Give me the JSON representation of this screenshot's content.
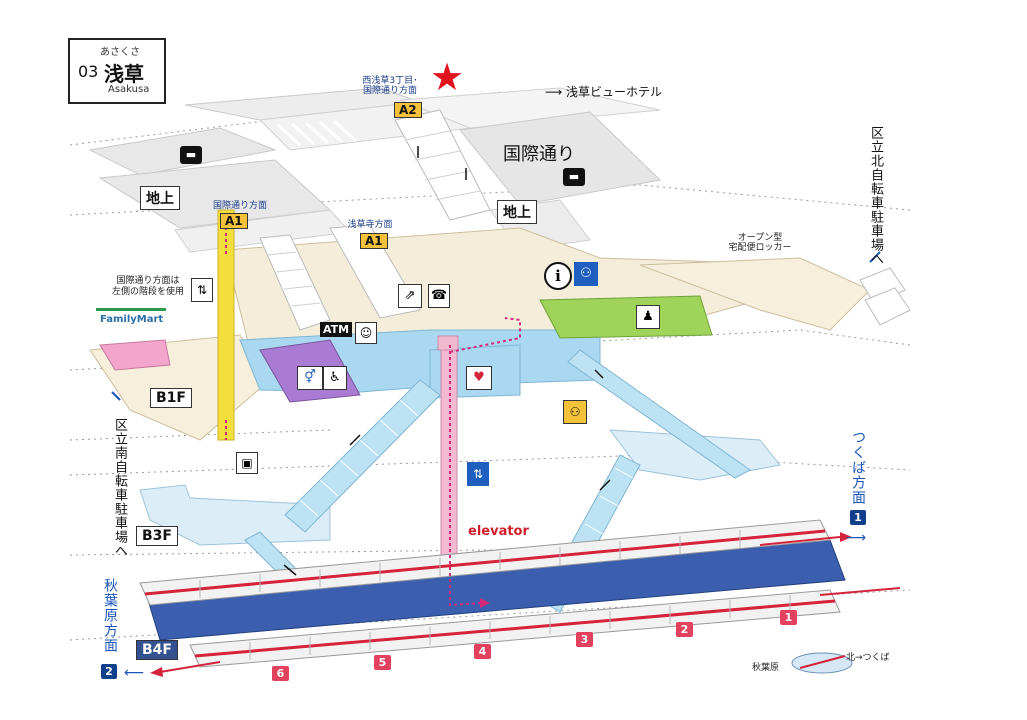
{
  "station": {
    "ruby": "あさくさ",
    "number": "03",
    "name": "浅草",
    "roman": "Asakusa"
  },
  "levels": {
    "ground": "地上",
    "b1": "B1F",
    "b3": "B3F",
    "b4": "B4F"
  },
  "exits": {
    "a2": "A2",
    "a1_left": "A1",
    "a1_right": "A1"
  },
  "notes": {
    "a2_direction_line1": "西浅草3丁目･",
    "a2_direction_line2": "国際通り方面",
    "hotel": "浅草ビューホテル",
    "kokusai_dori": "国際通り",
    "a1_left_direction": "国際通り方面",
    "a1_right_direction": "浅草寺方面",
    "left_stairs_line1": "国際通り方面は",
    "left_stairs_line2": "左側の階段を使用",
    "locker_line1": "オープン型",
    "locker_line2": "宅配便ロッカー",
    "north_bike": "区立北自転車駐車場へ",
    "south_bike": "区立南自転車駐車場へ",
    "tsukuba_direction": "つくば方面",
    "akihabara_direction": "秋葉原方面",
    "elevator": "elevator",
    "familymart": "FamilyMart",
    "atm": "ATM"
  },
  "direction_numbers": {
    "tsukuba": "1",
    "akihabara": "2"
  },
  "platform_doors": [
    "1",
    "2",
    "3",
    "4",
    "5",
    "6"
  ],
  "compass": {
    "left": "秋葉原",
    "right": "北→つくば"
  },
  "icons": [
    "star-marker",
    "bus-icon",
    "info-icon",
    "elevator-icon",
    "restroom-icon",
    "wheelchair-icon",
    "aed-icon",
    "ticket-office-icon",
    "locker-icon",
    "escalator-icon",
    "phone-icon"
  ],
  "colors": {
    "concourse": "#a9d8f0",
    "ground_level": "#eeeeee",
    "elevator_shaft": "#f2b9d1",
    "yellow_shaft": "#f5df3c",
    "ticket_area": "#9fd35a",
    "restroom": "#a97bd2",
    "track": "#3b5fae",
    "train_stripe": "#d4233a",
    "route_pink": "#d4287a"
  }
}
